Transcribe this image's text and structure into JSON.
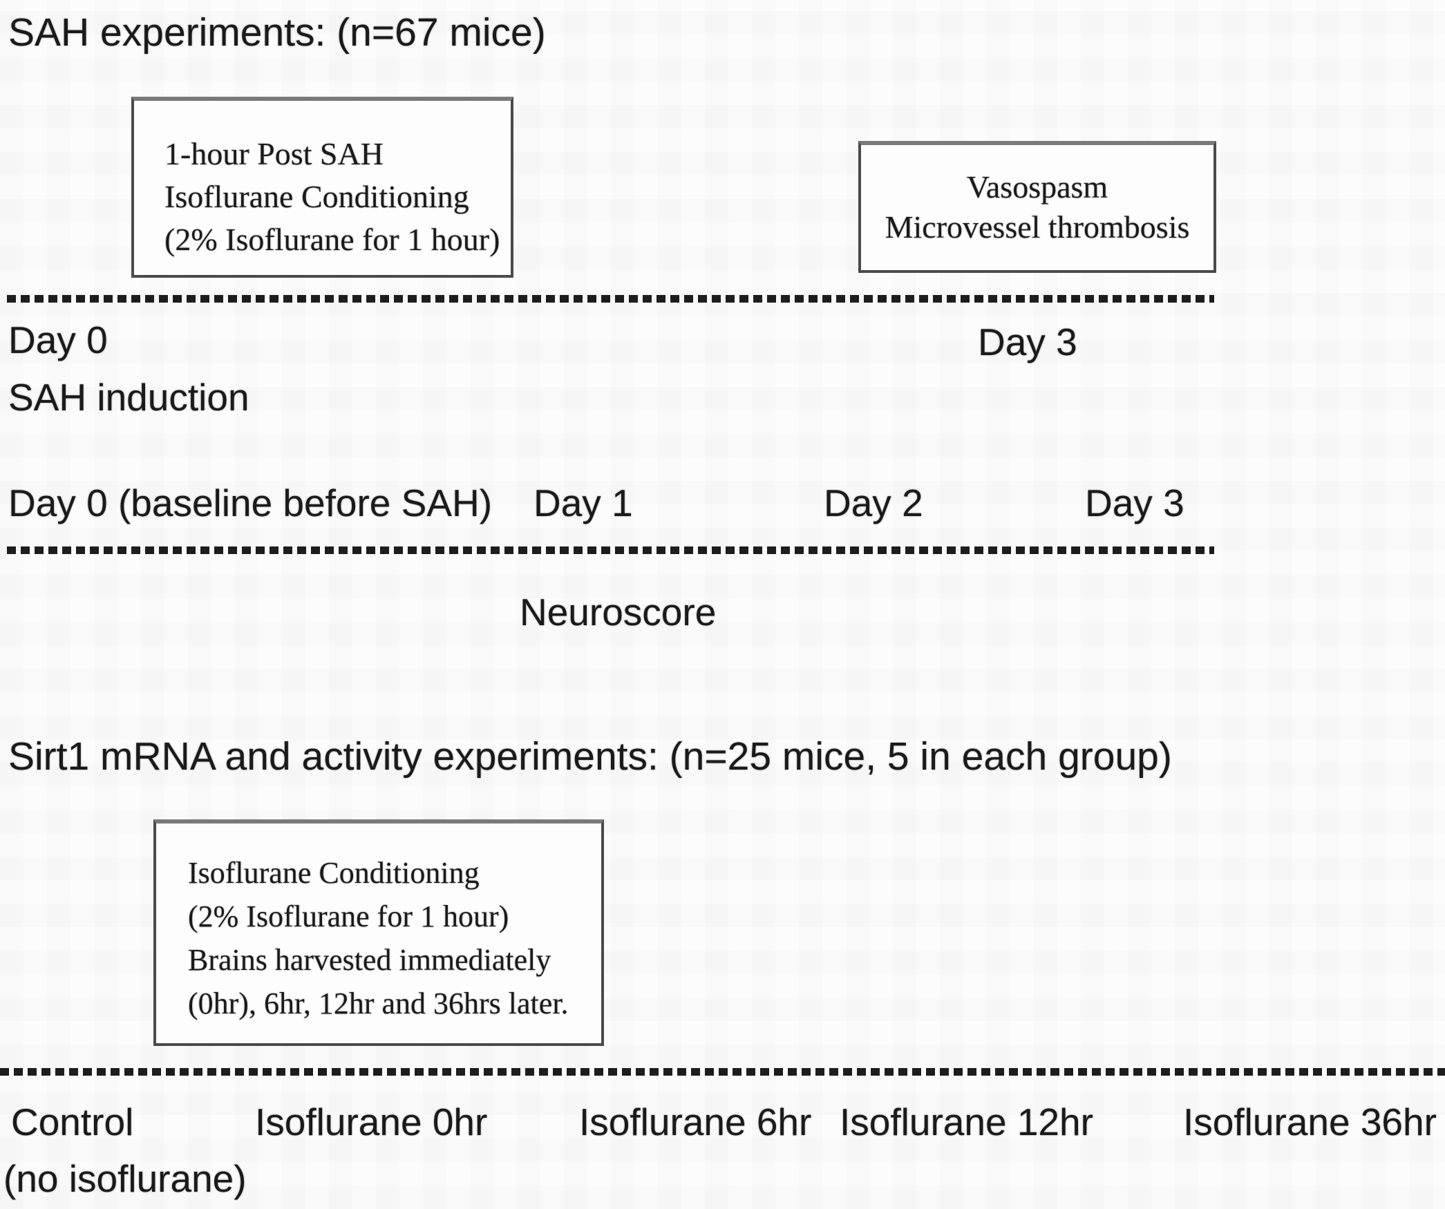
{
  "colors": {
    "ink": "#1a1a1a",
    "box_border": "#4a4a4a",
    "box_border_top": "#7a7a7a",
    "background": "#fcfcfc"
  },
  "sah": {
    "title": "SAH experiments: (n=67 mice)",
    "conditioning_box": {
      "lines": [
        "1-hour Post SAH",
        "Isoflurane Conditioning",
        "(2% Isoflurane for 1 hour)"
      ]
    },
    "outcome_box": {
      "lines": [
        "Vasospasm",
        "Microvessel thrombosis"
      ]
    },
    "induction_timeline": {
      "day0": "Day 0",
      "procedure": "SAH induction",
      "day3": "Day 3"
    },
    "neuroscore_timeline": {
      "days": [
        "Day 0 (baseline before SAH)",
        "Day 1",
        "Day 2",
        "Day 3"
      ],
      "caption": "Neuroscore"
    }
  },
  "sirt1": {
    "title": "Sirt1 mRNA and activity experiments: (n=25 mice, 5 in each group)",
    "conditioning_box": {
      "lines": [
        "Isoflurane Conditioning",
        "(2% Isoflurane for 1 hour)",
        "Brains harvested immediately",
        "(0hr), 6hr, 12hr and 36hrs later."
      ]
    },
    "groups": [
      "Control",
      "Isoflurane 0hr",
      "Isoflurane 6hr",
      "Isoflurane 12hr",
      "Isoflurane 36hr"
    ],
    "control_note": "(no isoflurane)"
  }
}
